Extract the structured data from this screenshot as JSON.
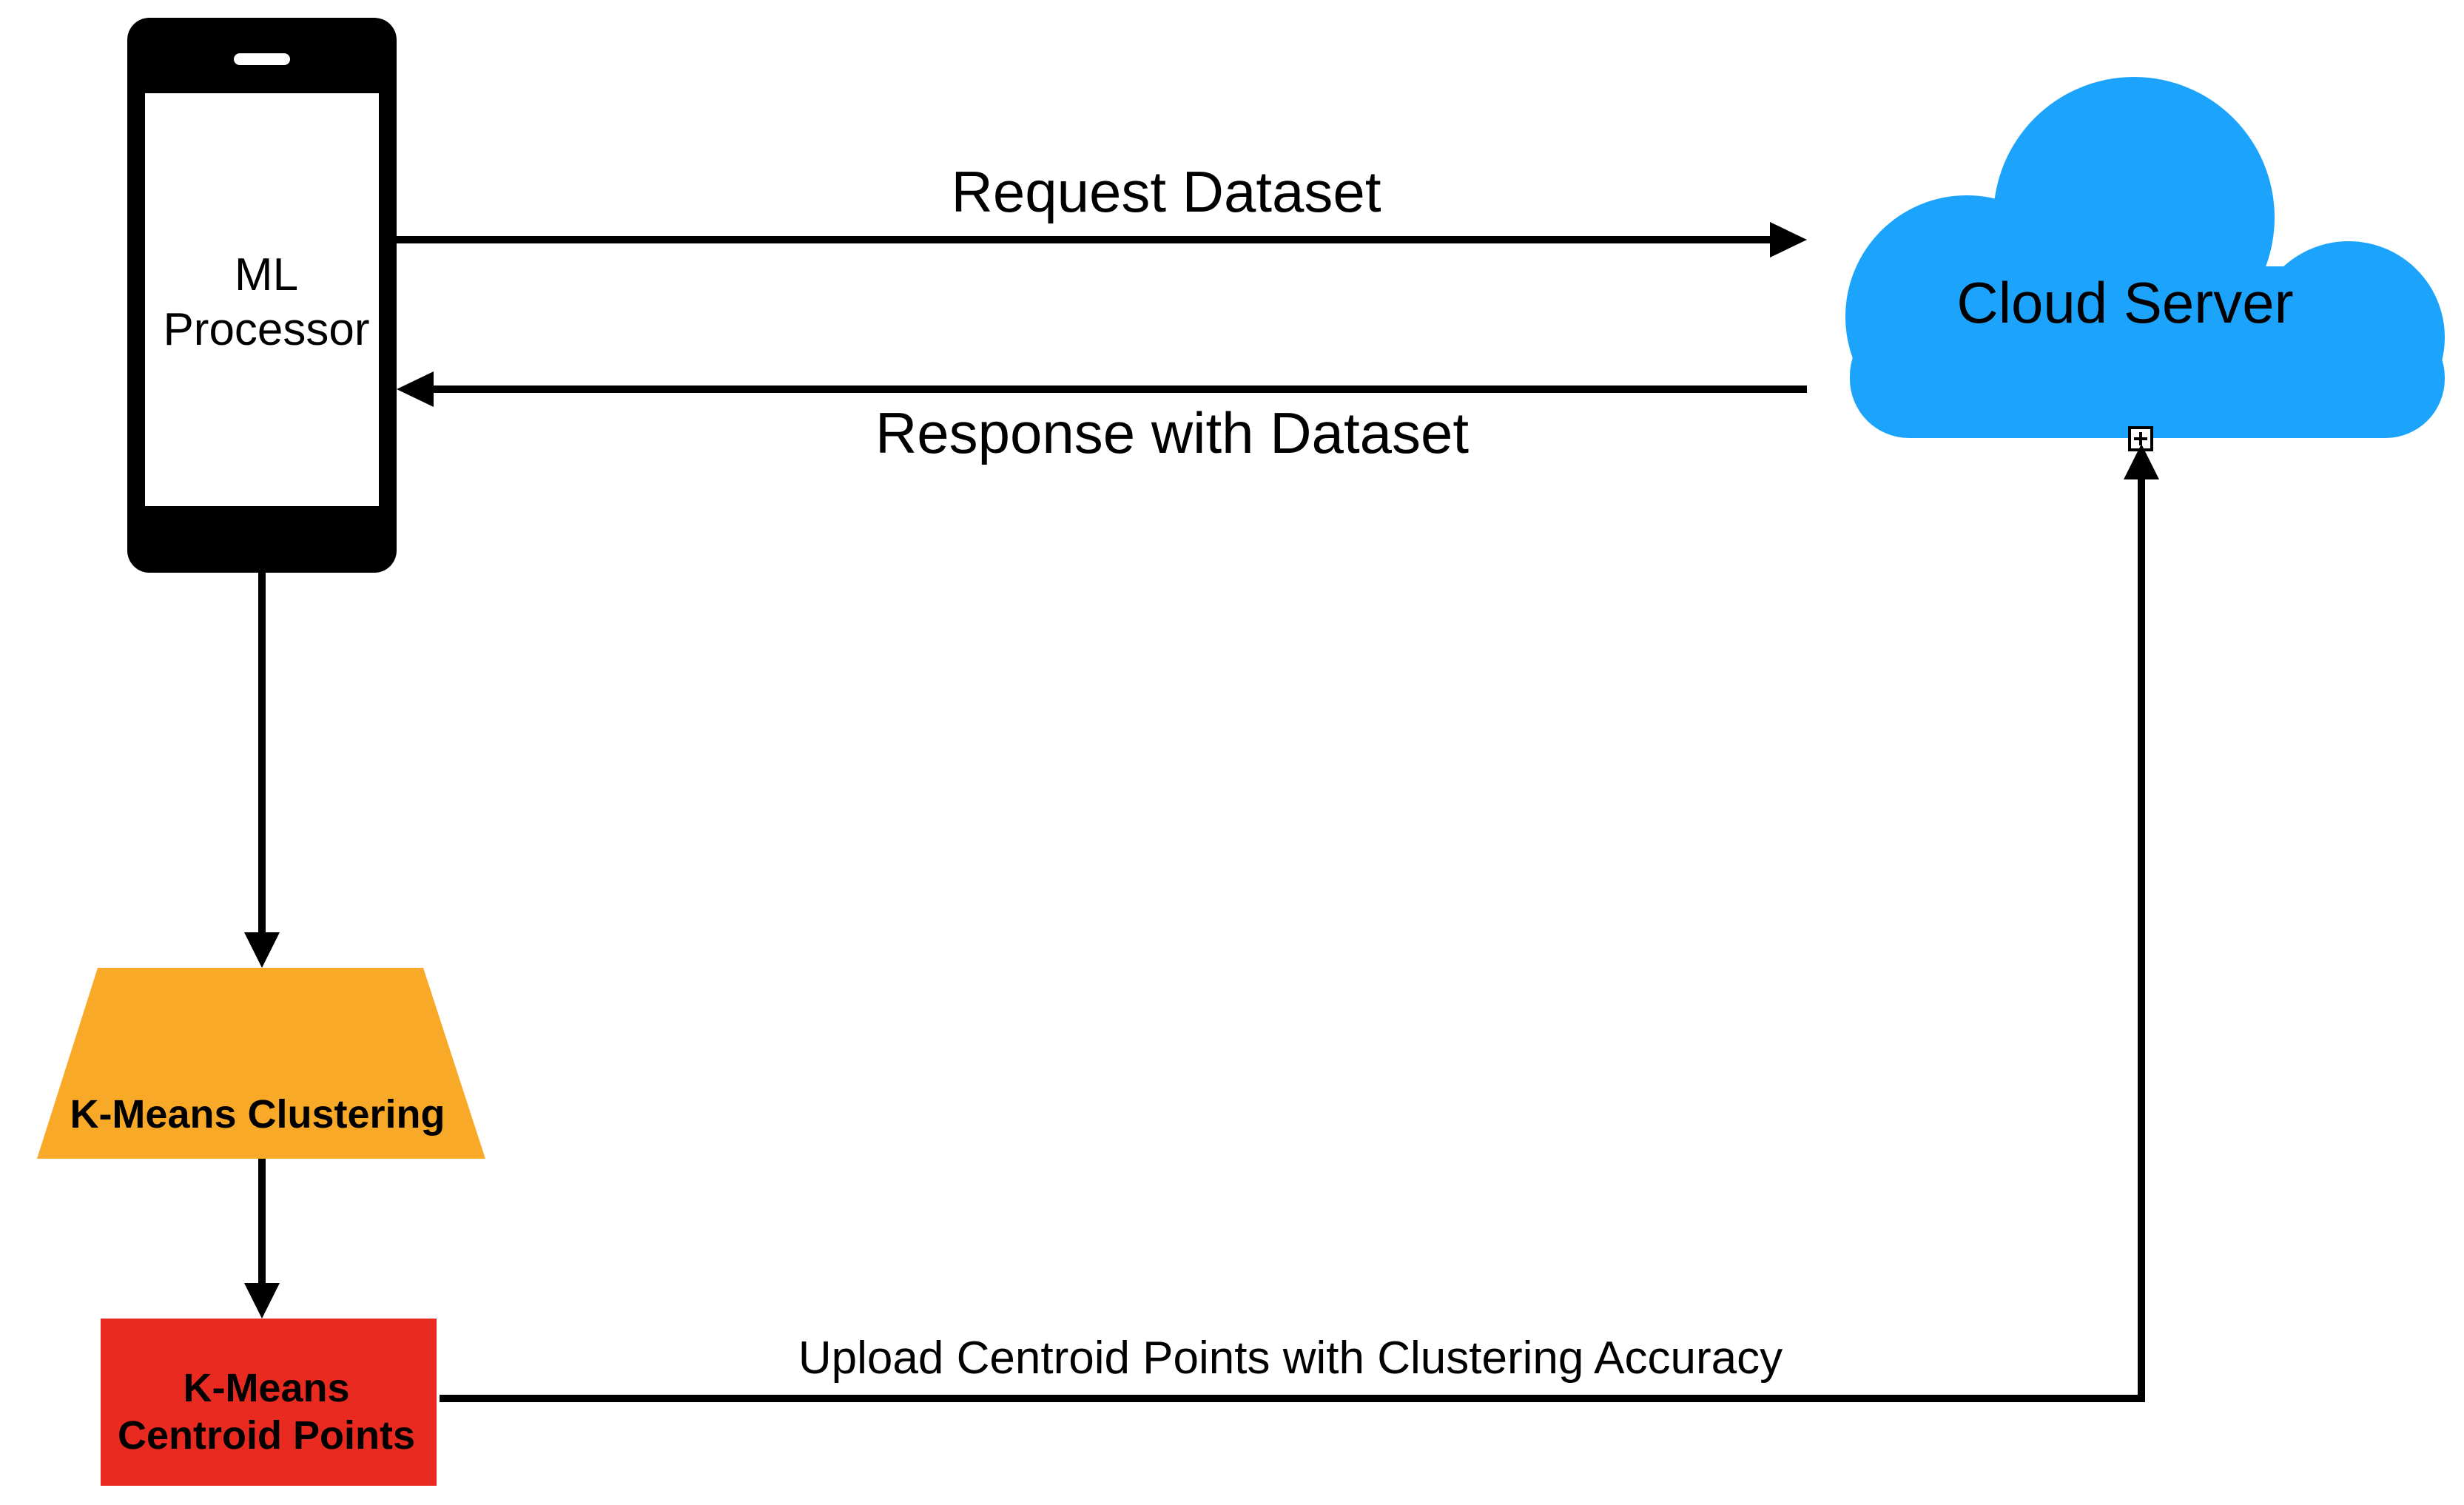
{
  "nodes": {
    "phone": {
      "label_line1": "ML",
      "label_line2": "Processor"
    },
    "cloud": {
      "label": "Cloud Server"
    },
    "kmeans": {
      "label": "K-Means Clustering"
    },
    "centroids": {
      "label_line1": "K-Means",
      "label_line2": "Centroid Points"
    }
  },
  "edges": {
    "request": {
      "label": "Request Dataset"
    },
    "response": {
      "label": "Response with Dataset"
    },
    "upload": {
      "label": "Upload Centroid Points with Clustering Accuracy"
    }
  },
  "colors": {
    "phone_body": "#000000",
    "phone_screen": "#ffffff",
    "cloud": "#1ca4fc",
    "kmeans": "#f9a928",
    "centroids": "#e82a20",
    "edge": "#000000",
    "text": "#000000"
  }
}
